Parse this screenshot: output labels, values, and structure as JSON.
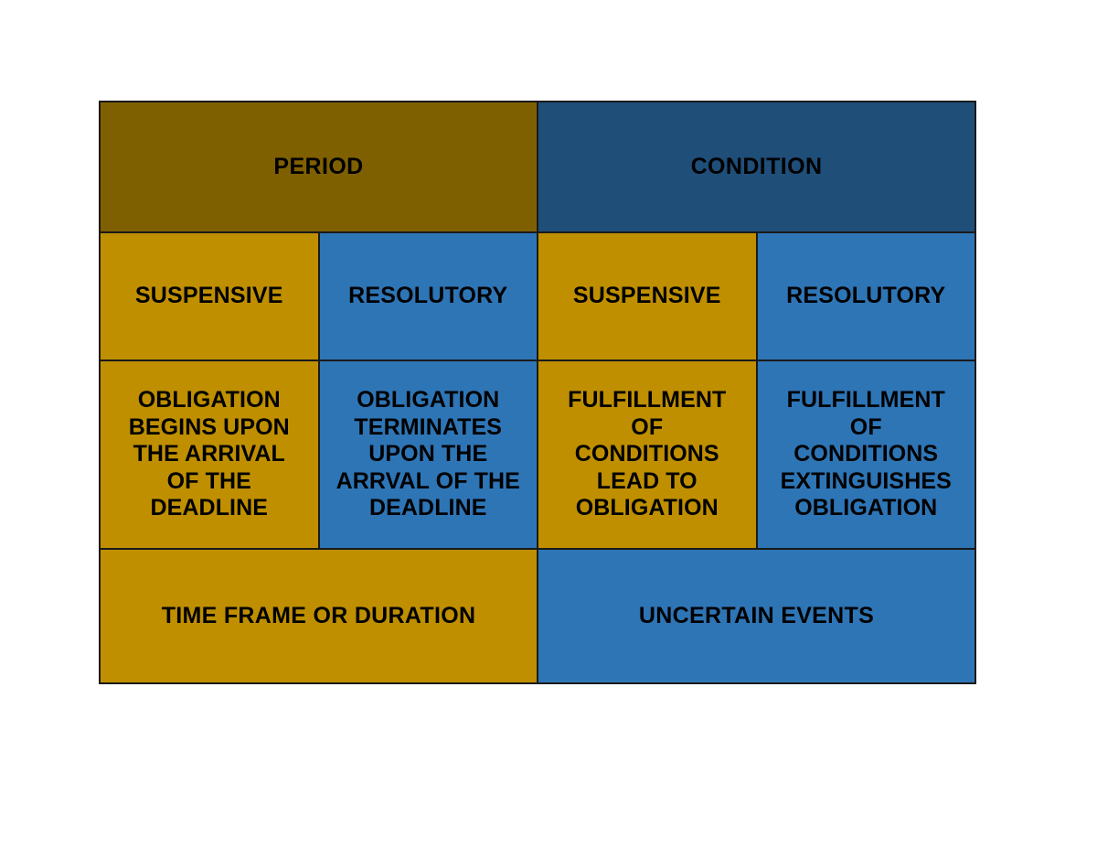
{
  "page": {
    "background_color": "#ffffff",
    "title": "Period vs Condition Comparison Table"
  },
  "palette": {
    "dark_gold": "#7f6000",
    "dark_blue": "#1f4e79",
    "gold": "#bf8f00",
    "blue": "#2e75b6",
    "border": "#1a1a1a",
    "text": "#000000"
  },
  "table": {
    "group_headers": [
      {
        "label": "PERIOD",
        "color": "#7f6000",
        "span": 2
      },
      {
        "label": "CONDITION",
        "color": "#1f4e79",
        "span": 2
      }
    ],
    "sub_headers": [
      {
        "label": "SUSPENSIVE",
        "color": "#bf8f00"
      },
      {
        "label": "RESOLUTORY",
        "color": "#2e75b6"
      },
      {
        "label": "SUSPENSIVE",
        "color": "#bf8f00"
      },
      {
        "label": "RESOLUTORY",
        "color": "#2e75b6"
      }
    ],
    "body_cells": [
      {
        "text": "OBLIGATION\nBEGINS UPON\nTHE ARRIVAL\nOF THE\nDEADLINE",
        "color": "#bf8f00"
      },
      {
        "text": "OBLIGATION\nTERMINATES\nUPON THE\nARRVAL OF THE\nDEADLINE",
        "color": "#2e75b6"
      },
      {
        "text": "FULFILLMENT\nOF\nCONDITIONS\nLEAD TO\nOBLIGATION",
        "color": "#bf8f00"
      },
      {
        "text": "FULFILLMENT\nOF\nCONDITIONS\nEXTINGUISHES\nOBLIGATION",
        "color": "#2e75b6"
      }
    ],
    "footer_cells": [
      {
        "label": "TIME FRAME OR DURATION",
        "color": "#bf8f00",
        "span": 2
      },
      {
        "label": "UNCERTAIN EVENTS",
        "color": "#2e75b6",
        "span": 2
      }
    ]
  }
}
